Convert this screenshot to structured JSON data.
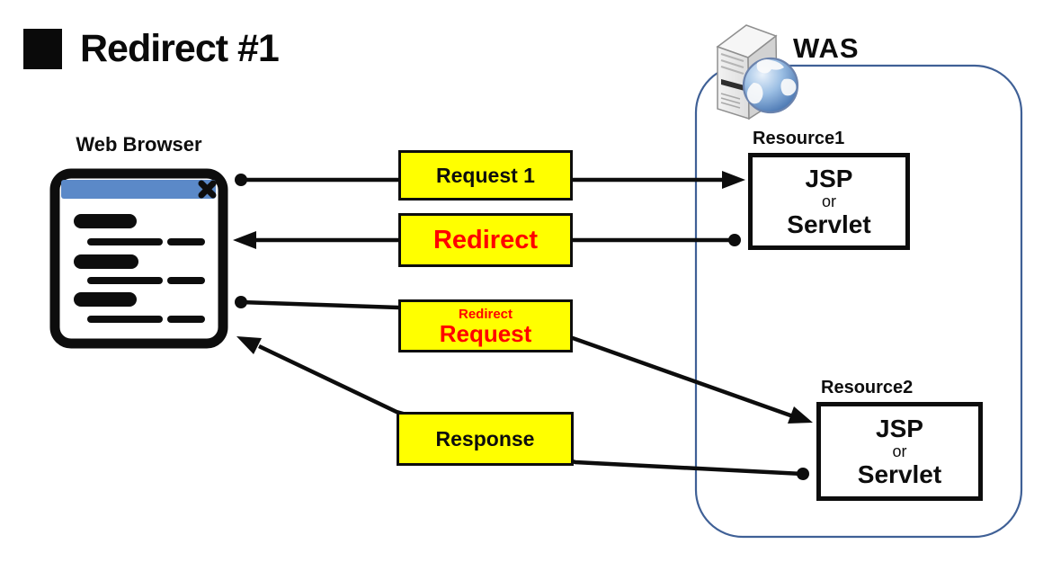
{
  "title": {
    "text": "Redirect #1"
  },
  "browser": {
    "label": "Web Browser"
  },
  "was": {
    "label": "WAS"
  },
  "resource1": {
    "label": "Resource1",
    "line1": "JSP",
    "line2": "or",
    "line3": "Servlet"
  },
  "resource2": {
    "label": "Resource2",
    "line1": "JSP",
    "line2": "or",
    "line3": "Servlet"
  },
  "flow_labels": {
    "request1": "Request 1",
    "redirect": "Redirect",
    "redirect_request_top": "Redirect",
    "redirect_request_bottom": "Request",
    "response": "Response"
  },
  "colors": {
    "tag_background": "#ffff00",
    "redirect_text": "#ff0000",
    "line_black": "#0d0d0d",
    "was_border_blue": "#3f6096",
    "browser_titlebar_blue": "#5b89c8"
  }
}
